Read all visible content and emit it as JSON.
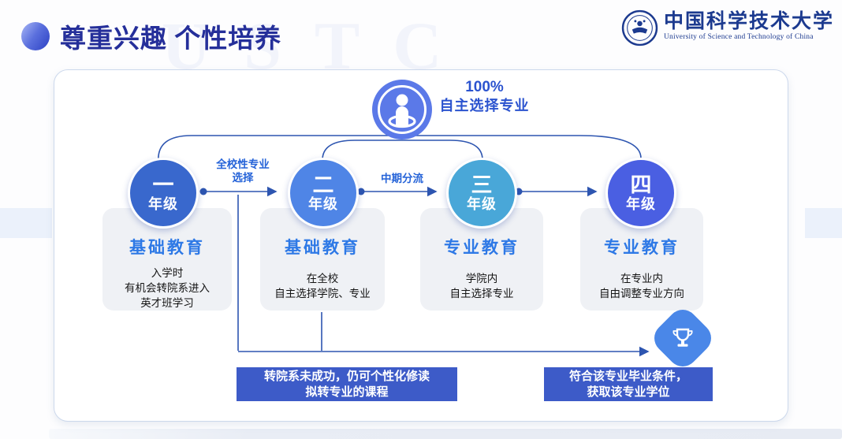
{
  "title": "尊重兴趣 个性培养",
  "watermark": "USTC",
  "logo": {
    "cn": "中国科学技术大学",
    "en": "University of Science and Technology of China"
  },
  "choice_badge": {
    "percent": "100%",
    "label": "自主选择专业"
  },
  "stages": [
    {
      "grade_char": "一",
      "grade_suffix": "年级",
      "circle_color": "#3968cd",
      "card_title": "基础教育",
      "lines": [
        "入学时",
        "有机会转院系进入",
        "英才班学习"
      ]
    },
    {
      "grade_char": "二",
      "grade_suffix": "年级",
      "circle_color": "#4f85e6",
      "card_title": "基础教育",
      "lines": [
        "在全校",
        "自主选择学院、专业"
      ]
    },
    {
      "grade_char": "三",
      "grade_suffix": "年级",
      "circle_color": "#49a7d8",
      "card_title": "专业教育",
      "lines": [
        "学院内",
        "自主选择专业"
      ]
    },
    {
      "grade_char": "四",
      "grade_suffix": "年级",
      "circle_color": "#4a5fe2",
      "card_title": "专业教育",
      "lines": [
        "在专业内",
        "自由调整专业方向"
      ]
    }
  ],
  "flow_labels": {
    "arrow1_line1": "全校性专业",
    "arrow1_line2": "选择",
    "arrow2": "中期分流"
  },
  "callouts": {
    "left_line1": "转院系未成功，仍可个性化修读",
    "left_line2": "拟转专业的课程",
    "right_line1": "符合该专业毕业条件，",
    "right_line2": "获取该专业学位"
  },
  "colors": {
    "connector_line": "#2d55b0",
    "flow_label_blue": "#2563d8",
    "card_title_blue": "#2e79e6",
    "callout_bg": "#3d5bc8",
    "title_navy": "#252f9a",
    "logo_navy": "#1c3a8f",
    "badge_icon_bg": "#5b79e8",
    "trophy_bg": "#4a87e8"
  }
}
